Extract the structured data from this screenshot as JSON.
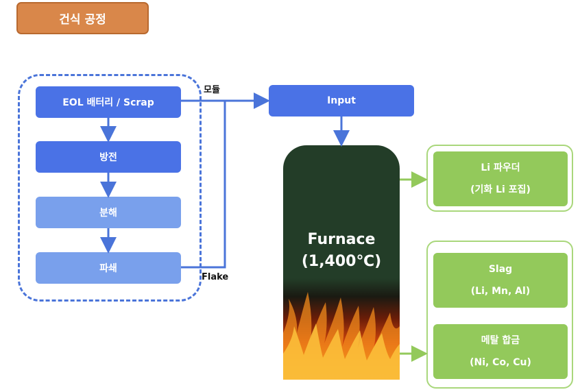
{
  "title": "건식 공정",
  "process_steps": [
    {
      "label": "EOL 배터리 / Scrap"
    },
    {
      "label": "방전"
    },
    {
      "label": "분해"
    },
    {
      "label": "파쇄"
    }
  ],
  "connectors": {
    "module_label": "모듈",
    "flake_label": "Flake"
  },
  "input_label": "Input",
  "furnace": {
    "line1": "Furnace",
    "line2": "(1,400℃)"
  },
  "outputs": [
    {
      "line1": "Li 파우더",
      "line2": "(기화 Li 포집)"
    },
    {
      "line1": "Slag",
      "line2": "(Li, Mn, Al)"
    },
    {
      "line1": "메탈 합금",
      "line2": "(Ni, Co, Cu)"
    }
  ],
  "colors": {
    "title_bg": "#d9874a",
    "step_dark": "#4a72e6",
    "step_light": "#79a0ec",
    "arrow": "#4a74d9",
    "furnace": "#233d28",
    "output_box": "#93c95b",
    "output_frame": "#a9d77b"
  }
}
